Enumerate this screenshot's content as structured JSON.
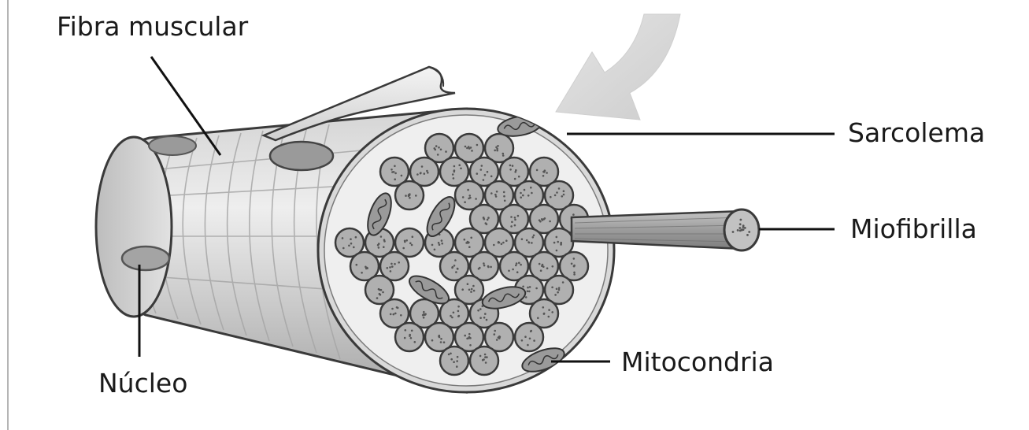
{
  "labels": {
    "muscle_fiber": "Fibra muscular",
    "sarcolemma": "Sarcolema",
    "myofibril": "Miofibrilla",
    "mitochondria": "Mitocondria",
    "nucleus": "Núcleo"
  },
  "icons": {
    "arrow": "curved-arrow-icon"
  },
  "colors": {
    "outline": "#3a3a3a",
    "fiber_light": "#e6e6e6",
    "fiber_mid": "#b8b8b8",
    "fiber_dark": "#8a8a8a",
    "myofibril_fill": "#a9a9a9",
    "arrow_fill": "#d8d8d8"
  }
}
